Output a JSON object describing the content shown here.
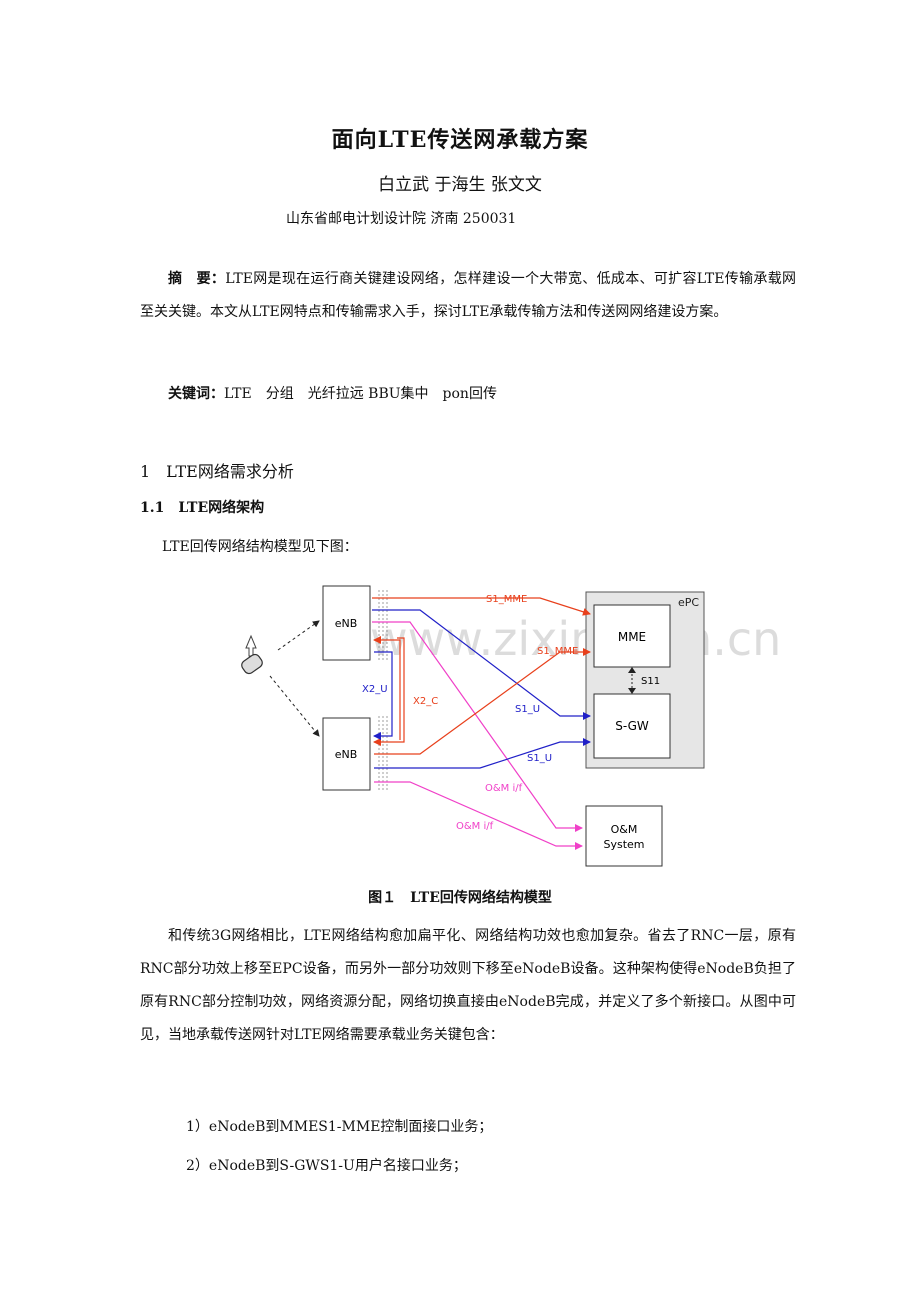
{
  "header": {
    "title": "面向LTE传送网承载方案",
    "authors": "白立武 于海生 张文文",
    "affiliation": "山东省邮电计划设计院 济南   250031"
  },
  "abstract": {
    "label": "摘　要：",
    "text": "LTE网是现在运行商关键建设网络，怎样建设一个大带宽、低成本、可扩容LTE传输承载网至关关键。本文从LTE网特点和传输需求入手，探讨LTE承载传输方法和传送网网络建设方案。"
  },
  "keywords": {
    "label": "关键词：",
    "text": "LTE　分组　光纤拉远 BBU集中　pon回传"
  },
  "section1": {
    "heading": "1　LTE网络需求分析"
  },
  "section1_1": {
    "heading": "1.1　LTE网络架构",
    "intro": "LTE回传网络结构模型见下图："
  },
  "figure": {
    "enb_top": "eNB",
    "enb_bottom": "eNB",
    "epc": "ePC",
    "mme": "MME",
    "sgw": "S-GW",
    "oam_line1": "O&M",
    "oam_line2": "System",
    "s1_mme_top": "S1_MME",
    "s1_mme_mid": "S1_MME",
    "s11": "S11",
    "x2_u": "X2_U",
    "x2_c": "X2_C",
    "s1_u_upper": "S1_U",
    "s1_u_lower": "S1_U",
    "oam_if_upper": "O&M i/f",
    "oam_if_lower": "O&M i/f",
    "watermark": "www.zixin.com.cn",
    "colors": {
      "red": "#e8401c",
      "blue": "#2020c8",
      "magenta": "#f040c8",
      "epc_bg": "#e6e6e6"
    },
    "caption": "图１　LTE回传网络结构模型"
  },
  "body": {
    "paragraph": "和传统3G网络相比，LTE网络结构愈加扁平化、网络结构功效也愈加复杂。省去了RNC一层，原有RNC部分功效上移至EPC设备，而另外一部分功效则下移至eNodeB设备。这种架构使得eNodeB负担了原有RNC部分控制功效，网络资源分配，网络切换直接由eNodeB完成，并定义了多个新接口。从图中可见，当地承载传送网针对LTE网络需要承载业务关键包含：",
    "list": [
      "1）eNodeB到MMES1-MME控制面接口业务；",
      "2）eNodeB到S-GWS1-U用户名接口业务；"
    ]
  }
}
